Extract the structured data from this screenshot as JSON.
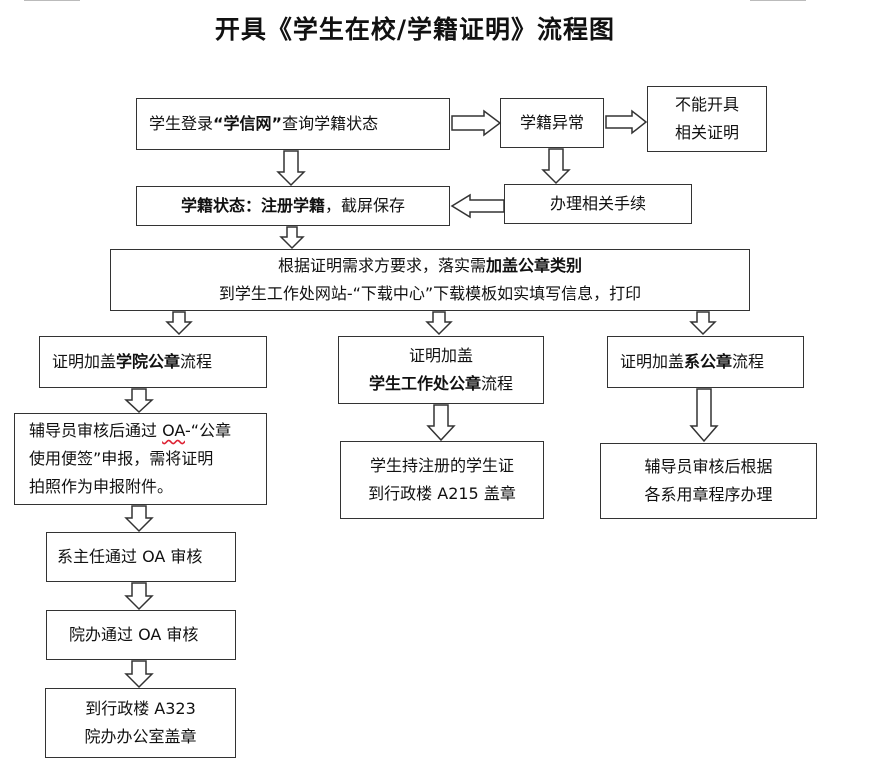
{
  "diagram": {
    "title": "开具《学生在校/学籍证明》流程图",
    "nodes": {
      "login": {
        "p1": "学生登录",
        "bold": "“学信网”",
        "p2": "查询学籍状态"
      },
      "abnormal": "学籍异常",
      "cannot": [
        "不能开具",
        "相关证明"
      ],
      "handle": "办理相关手续",
      "status": {
        "bold": "学籍状态：注册学籍",
        "rest": "，截屏保存"
      },
      "requirement": {
        "line1_pre": "根据证明需求方要求，落实需",
        "line1_bold": "加盖公章类别",
        "line2": "到学生工作处网站-“下载中心”下载模板如实填写信息，打印"
      },
      "college_flow": {
        "pre": "证明加盖",
        "bold": "学院公章",
        "post": "流程"
      },
      "student_office_flow": {
        "line1": "证明加盖",
        "bold": "学生工作处公章",
        "post": "流程"
      },
      "dept_flow": {
        "pre": "证明加盖",
        "bold": "系公章",
        "post": "流程"
      },
      "counselor_oa": {
        "l1a": "辅导员审核后通过 ",
        "l1b": "OA",
        "l1c": "-“公章",
        "l2": "使用便签”申报，需将证明",
        "l3": "拍照作为申报附件。"
      },
      "dept_head": "系主任通过 OA 审核",
      "college_office": "院办通过 OA 审核",
      "admin_a323": [
        "到行政楼 A323",
        "院办办公室盖章"
      ],
      "admin_a215": [
        "学生持注册的学生证",
        "到行政楼 A215 盖章"
      ],
      "counselor_dept": [
        "辅导员审核后根据",
        "各系用章程序办理"
      ]
    }
  }
}
